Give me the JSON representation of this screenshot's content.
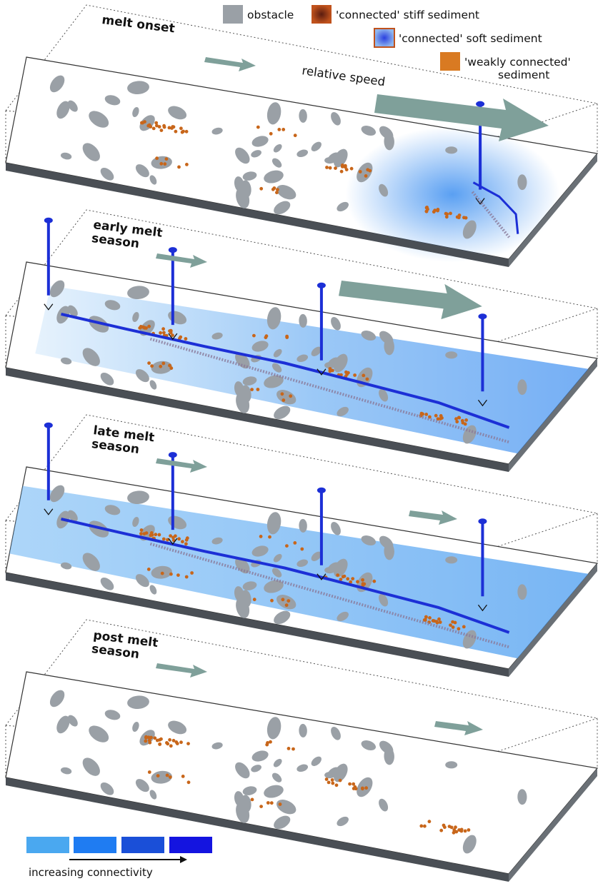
{
  "legend": {
    "obstacle": "obstacle",
    "stiff": "'connected' stiff sediment",
    "soft": "'connected' soft sediment",
    "weak_line1": "'weakly connected'",
    "weak_line2": "sediment"
  },
  "speed_label": "relative speed",
  "panels": [
    {
      "title_lines": [
        "melt onset"
      ]
    },
    {
      "title_lines": [
        "early melt",
        "season"
      ]
    },
    {
      "title_lines": [
        "late melt",
        "season"
      ]
    },
    {
      "title_lines": [
        "post melt",
        "season"
      ]
    }
  ],
  "scale": {
    "label": "increasing connectivity",
    "colors": [
      "#4aa8f0",
      "#1f7cf2",
      "#1a4fd8",
      "#1414e0"
    ]
  },
  "colors": {
    "obstacle": "#9aa0a6",
    "sediment": "#c8661a",
    "channel": "#1c2fd6",
    "arrow": "#7fa09a",
    "slab_edge": "#4a4f55"
  }
}
